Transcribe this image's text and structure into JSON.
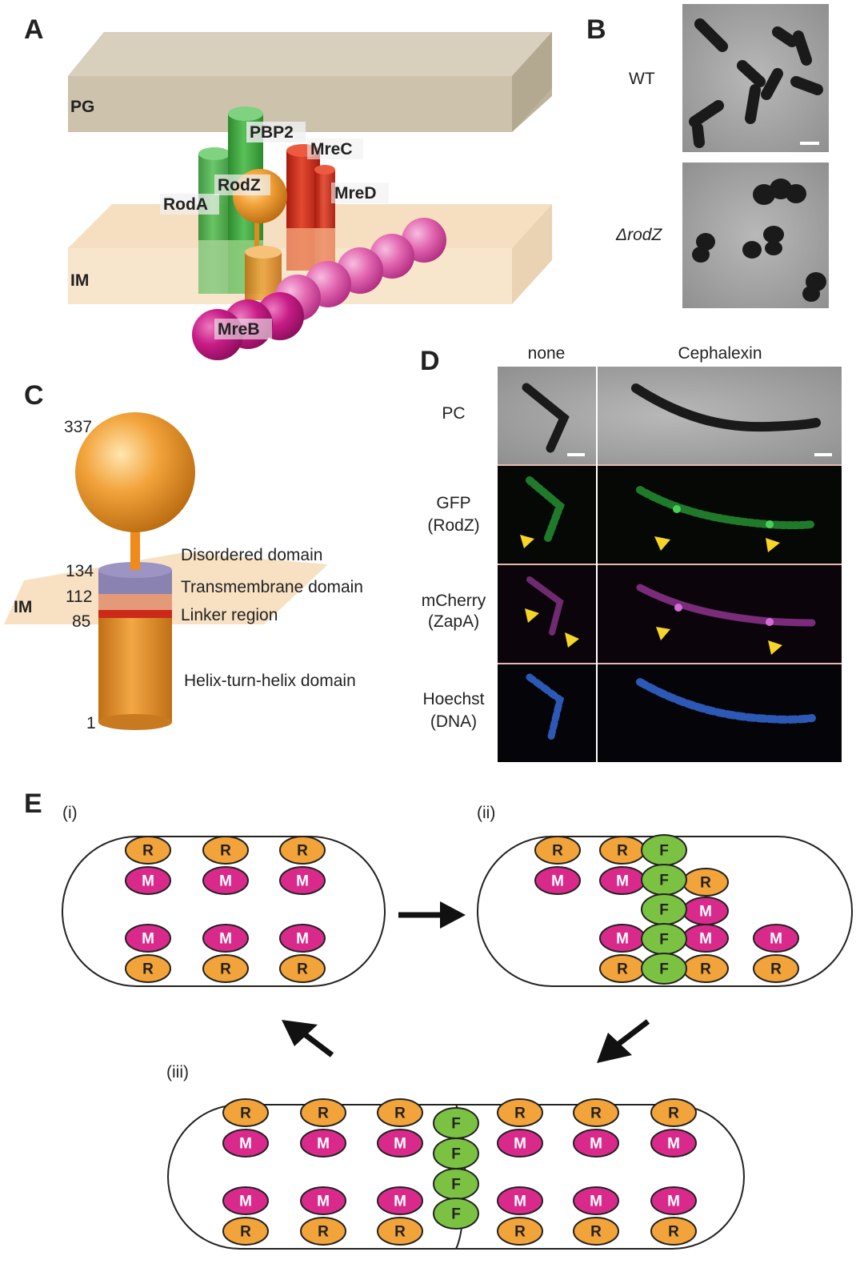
{
  "panels": {
    "A": {
      "letter": "A",
      "labels": {
        "pg": "PG",
        "im": "IM",
        "pbp2": "PBP2",
        "mrec": "MreC",
        "rodz": "RodZ",
        "mred": "MreD",
        "roda": "RodA",
        "mreb": "MreB"
      }
    },
    "B": {
      "letter": "B",
      "row_labels": [
        "WT",
        "ΔrodZ"
      ]
    },
    "C": {
      "letter": "C",
      "im_label": "IM",
      "residues": [
        "337",
        "134",
        "112",
        "85",
        "1"
      ],
      "domains": [
        "Disordered domain",
        "Transmembrane domain",
        "Linker region",
        "Helix-turn-helix domain"
      ]
    },
    "D": {
      "letter": "D",
      "columns": [
        "none",
        "Cephalexin"
      ],
      "rows": [
        {
          "line1": "PC",
          "line2": ""
        },
        {
          "line1": "GFP",
          "line2": "(RodZ)"
        },
        {
          "line1": "mCherry",
          "line2": "(ZapA)"
        },
        {
          "line1": "Hoechst",
          "line2": "(DNA)"
        }
      ]
    },
    "E": {
      "letter": "E",
      "stages": [
        "(i)",
        "(ii)",
        "(iii)"
      ],
      "tokens": {
        "rodz": "R",
        "mreb": "M",
        "ftsz": "F"
      }
    }
  },
  "colors": {
    "rodz_orange": "#f2a33a",
    "mreb_magenta": "#d92a8c",
    "ftsz_green": "#7cc242",
    "pg_tan": "#cfc5b0",
    "im_peach": "#f7e2c4",
    "arrowhead_yellow": "#f6d428"
  }
}
